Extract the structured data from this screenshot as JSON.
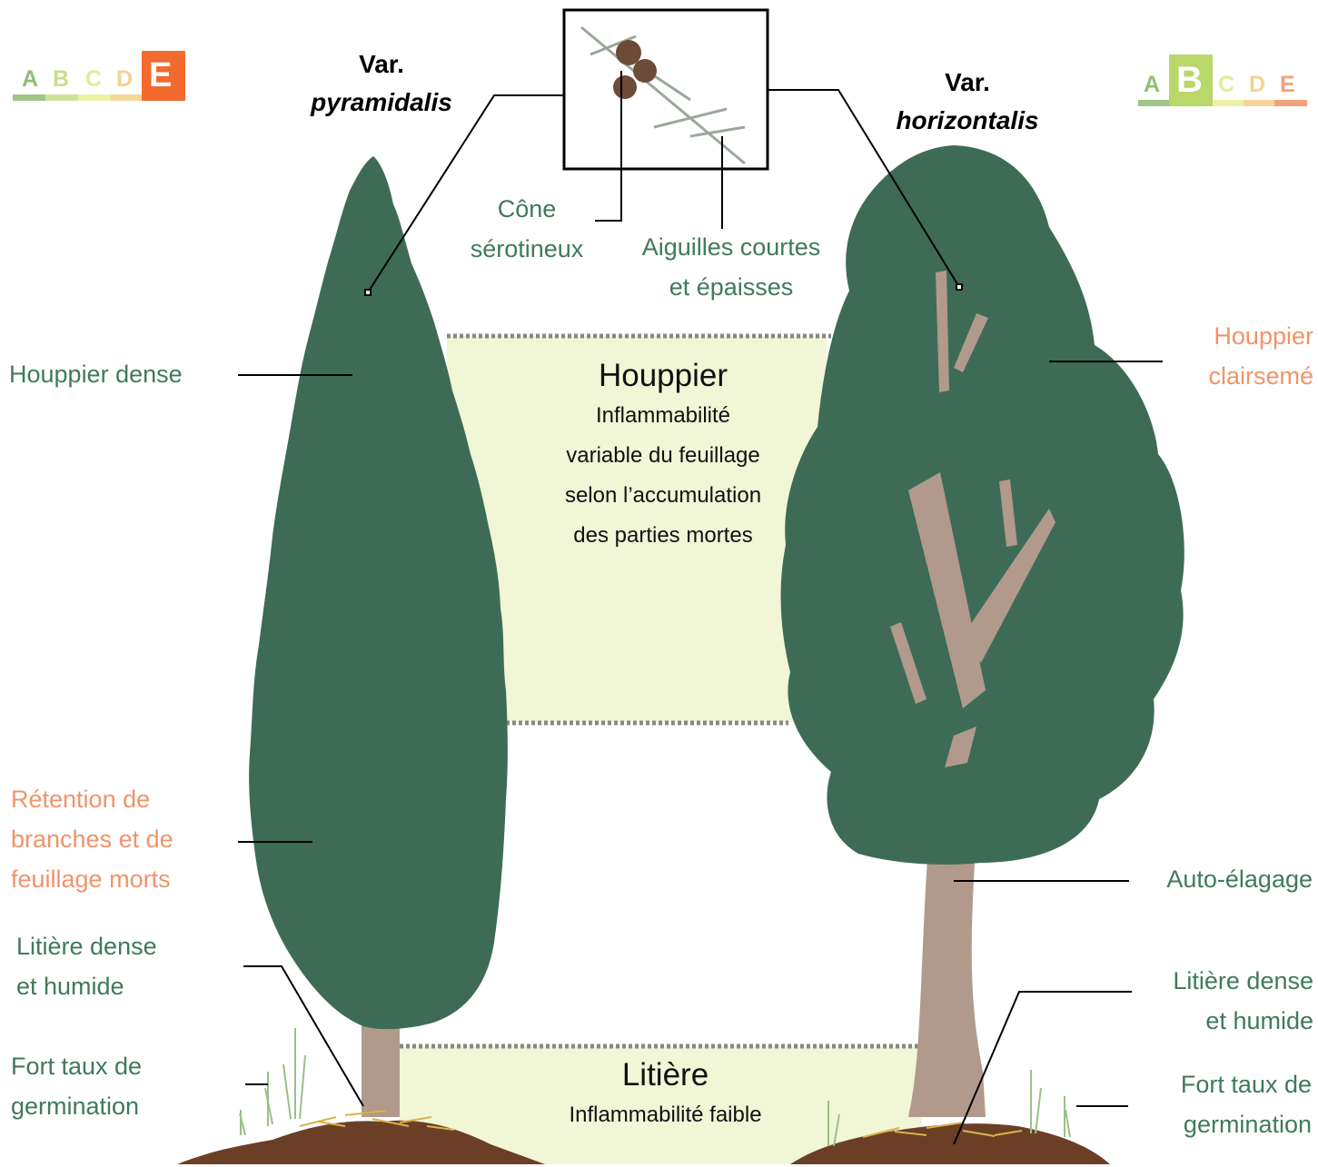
{
  "varieties": {
    "left": {
      "prefix": "Var.",
      "name": "pyramidalis"
    },
    "right": {
      "prefix": "Var.",
      "name": "horizontalis"
    }
  },
  "scales": {
    "left": {
      "letters": [
        "A",
        "B",
        "C",
        "D",
        "E"
      ],
      "highlighted": "E",
      "highlight_color": "#f26a2e"
    },
    "right": {
      "letters": [
        "A",
        "B",
        "C",
        "D",
        "E"
      ],
      "highlighted": "B",
      "highlight_color": "#b8d86a"
    }
  },
  "inset": {
    "cone_label": [
      "Cône",
      "sérotineux"
    ],
    "needles_label": [
      "Aiguilles courtes",
      "et épaisses"
    ]
  },
  "zones": {
    "crown": {
      "title": "Houppier",
      "text": [
        "Inflammabilité",
        "variable du feuillage",
        "selon l’accumulation",
        "des parties mortes"
      ]
    },
    "litter": {
      "title": "Litière",
      "text": "Inflammabilité faible"
    }
  },
  "left_labels": {
    "crown": "Houppier dense",
    "retention": [
      "Rétention de",
      "branches et de",
      "feuillage morts"
    ],
    "litter": [
      "Litière dense",
      "et humide"
    ],
    "germination": [
      "Fort taux de",
      "germination"
    ]
  },
  "right_labels": {
    "crown": [
      "Houppier",
      "clairsemé"
    ],
    "pruning": "Auto-élagage",
    "litter": [
      "Litière dense",
      "et humide"
    ],
    "germination": [
      "Fort taux de",
      "germination"
    ]
  },
  "colors": {
    "foliage": "#3e6b56",
    "trunk": "#b19a8b",
    "zone_fill": "#f1f6d6",
    "soil": "#6b3f26",
    "label_green": "#3f7a5c",
    "label_orange": "#f0946a"
  }
}
